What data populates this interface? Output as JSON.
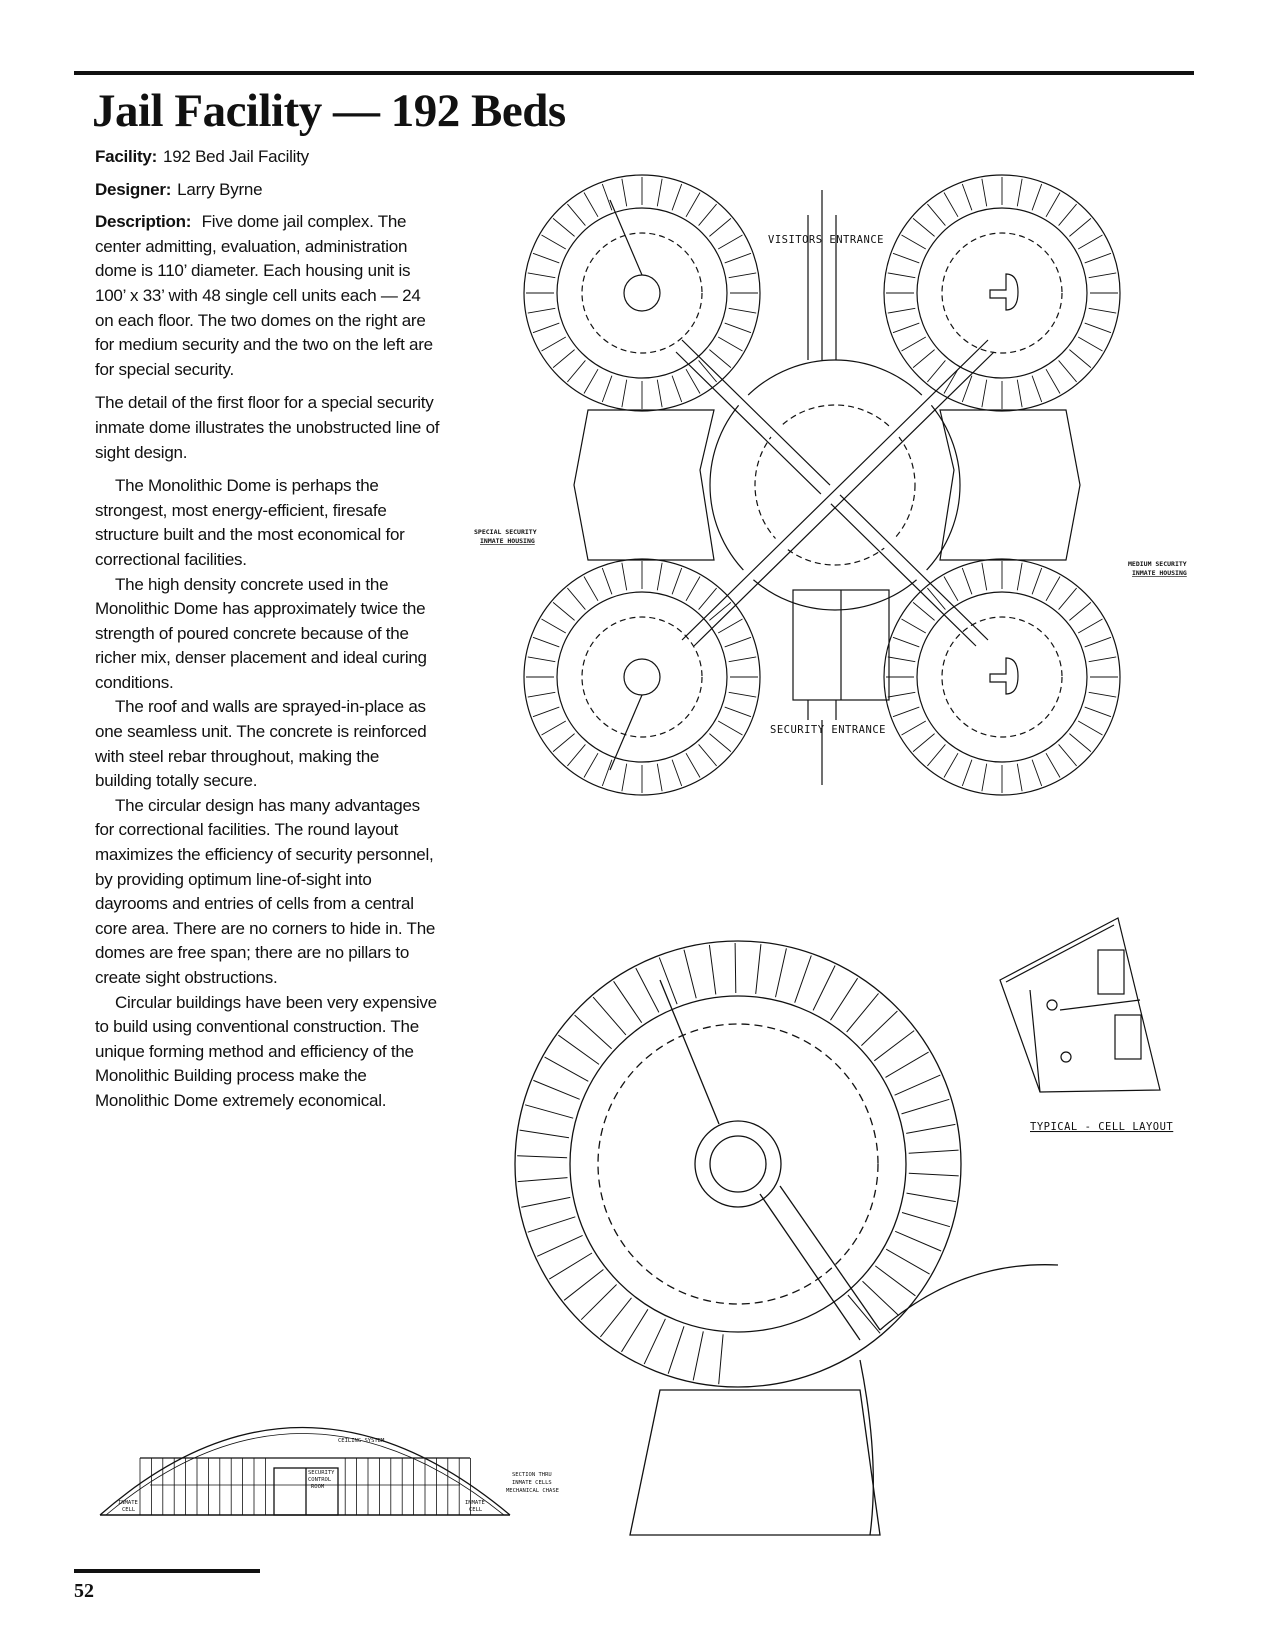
{
  "page": {
    "title": "Jail Facility — 192 Beds",
    "page_number": "52"
  },
  "meta": {
    "facility_label": "Facility:",
    "facility_value": "192 Bed Jail Facility",
    "designer_label": "Designer:",
    "designer_value": "Larry Byrne",
    "description_label": "Description:"
  },
  "body": {
    "p1": "Five dome jail complex. The center admitting, evaluation, administration dome is 110’ diameter. Each housing unit is 100’ x 33’ with 48 single cell units each — 24 on each floor. The two domes on the right are for medium security and the two on the left are for special security.",
    "p2": "The detail of the first floor for a special security inmate dome illustrates the unobstructed line of sight design.",
    "p3": "The Monolithic Dome is perhaps the strongest, most energy-efficient, firesafe structure built and the most economical for correctional facilities.",
    "p4": "The high density concrete used in the Monolithic Dome has approximately twice the strength of poured concrete because of the richer mix, denser placement and ideal curing conditions.",
    "p5": "The roof and walls are sprayed-in-place as one seamless unit. The concrete is reinforced with steel rebar throughout, making the building totally secure.",
    "p6": "The circular design has many advantages for correctional facilities. The round layout maximizes the efficiency of security personnel, by providing optimum line-of-sight into dayrooms and entries of cells from a central core area. There are no corners to hide in. The domes are free span; there are no pillars to create sight obstructions.",
    "p7": "Circular buildings have been very expensive to build using conventional construction. The unique forming method and efficiency of the Monolithic Building process make the Monolithic Dome extremely economical."
  },
  "site_plan": {
    "visitors_entrance": "VISITORS ENTRANCE",
    "security_entrance": "SECURITY ENTRANCE",
    "special_security_1": "SPECIAL SECURITY",
    "special_security_2": "INMATE HOUSING",
    "medium_security_1": "MEDIUM SECURITY",
    "medium_security_2": "INMATE HOUSING"
  },
  "cell_layout": {
    "label": "TYPICAL - CELL LAYOUT"
  },
  "section": {
    "ceiling_system": "CEILING SYSTEM",
    "section_thru_1": "SECTION THRU",
    "section_thru_2": "INMATE CELLS",
    "section_thru_3": "MECHANICAL CHASE",
    "inmate_cell_left_1": "INMATE",
    "inmate_cell_left_2": "CELL",
    "inmate_cell_right_1": "INMATE",
    "inmate_cell_right_2": "CELL",
    "security_room_1": "SECURITY",
    "security_room_2": "CONTROL",
    "security_room_3": "ROOM"
  }
}
